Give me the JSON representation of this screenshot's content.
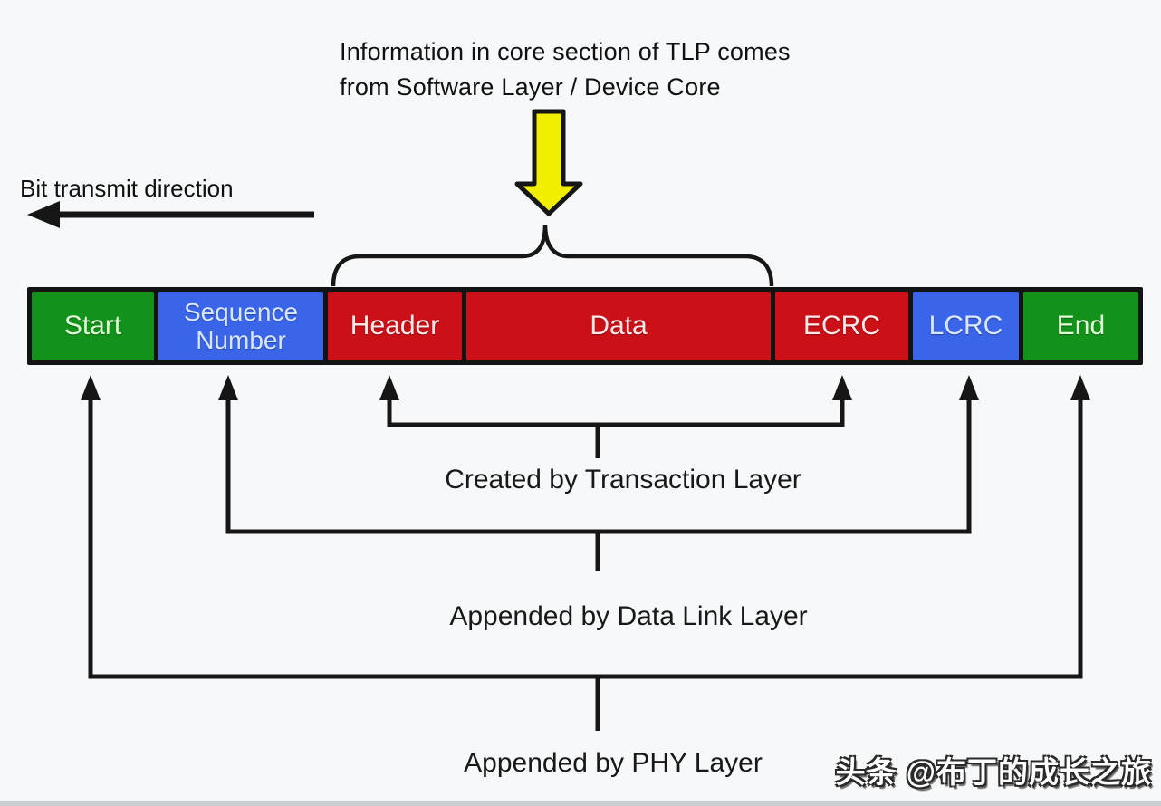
{
  "title": {
    "line1": "Information in core section of TLP comes",
    "line2": "from Software Layer / Device Core"
  },
  "transmit_label": "Bit transmit direction",
  "packet": {
    "segments": [
      {
        "label": "Start",
        "fill": "#12921a",
        "text": "#dfffd5",
        "layer": "phy"
      },
      {
        "label": "Sequence Number",
        "fill": "#3a65e8",
        "text": "#d8e6ff",
        "layer": "data-link"
      },
      {
        "label": "Header",
        "fill": "#cb1017",
        "text": "#ffe9e9",
        "layer": "transaction"
      },
      {
        "label": "Data",
        "fill": "#cb1017",
        "text": "#ffe9e9",
        "layer": "transaction"
      },
      {
        "label": "ECRC",
        "fill": "#cb1017",
        "text": "#ffe9e9",
        "layer": "transaction"
      },
      {
        "label": "LCRC",
        "fill": "#3a65e8",
        "text": "#d8e6ff",
        "layer": "data-link"
      },
      {
        "label": "End",
        "fill": "#12921a",
        "text": "#dfffd5",
        "layer": "phy"
      }
    ]
  },
  "annotations": {
    "transaction": "Created by Transaction Layer",
    "datalink": "Appended by Data Link Layer",
    "phy": "Appended by PHY Layer"
  },
  "watermark": "头条 @布丁的成长之旅",
  "colors": {
    "arrow_yellow": "#f2ee00",
    "line_black": "#161616",
    "segment_green": "#12921a",
    "segment_blue": "#3a65e8",
    "segment_red": "#cb1017",
    "background": "#f7f8f9"
  }
}
